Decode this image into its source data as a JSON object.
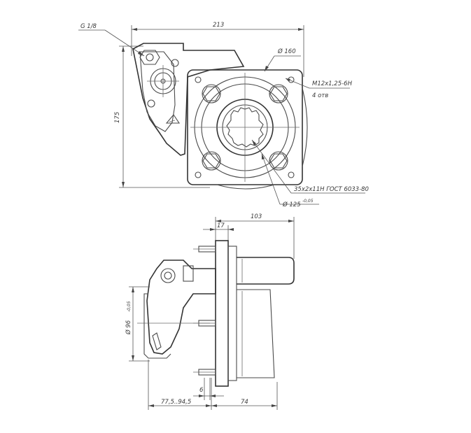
{
  "drawing": {
    "top_view": {
      "port_label": "G 1/8",
      "width_dim": "213",
      "height_dim": "175",
      "bolt_circle": "Ø 160",
      "bolt_thread": "M12x1,25-6H",
      "bolt_count": "4 отв",
      "spline_spec": "35x2x11H ГОСТ 6033-80",
      "pilot_dia": "Ø 125",
      "pilot_tol": "-0,05"
    },
    "side_view": {
      "shaft_length_dim": "103",
      "flange_dim": "17",
      "body_dia": "Ø 96",
      "body_dia_tol": "-0,05",
      "gap_dim": "6",
      "left_offset_dim": "77,5..94,5",
      "right_dim": "74"
    }
  }
}
